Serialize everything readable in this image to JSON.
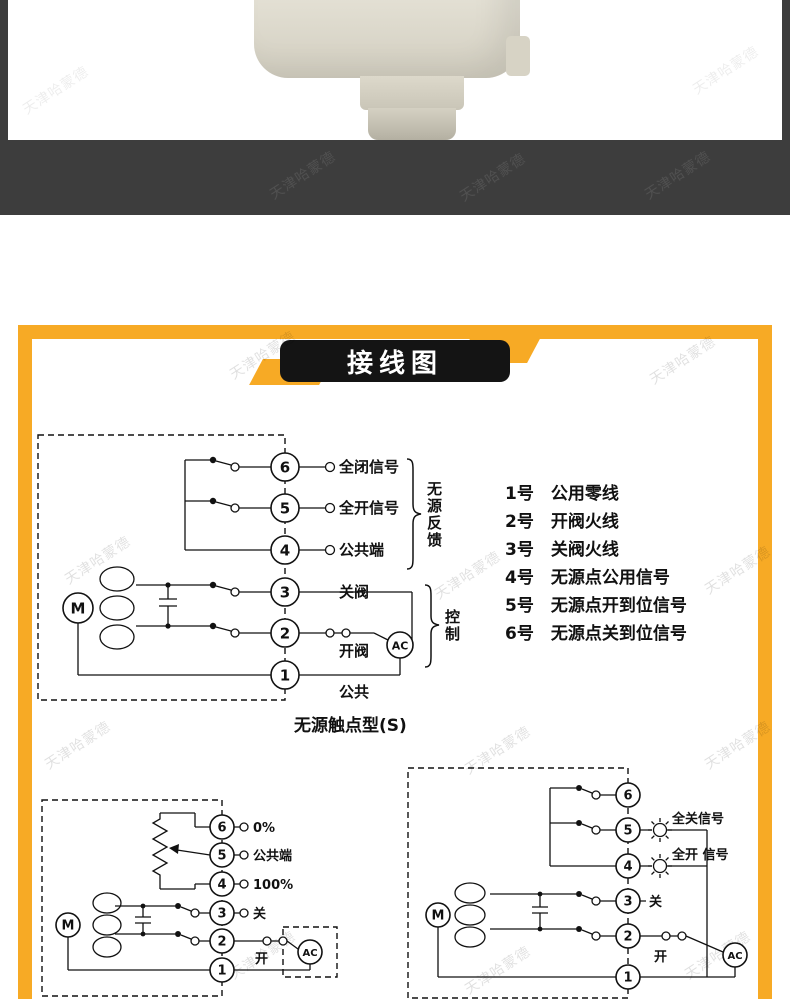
{
  "watermark": "天津哈蒙德",
  "banner": {
    "title": "接线图"
  },
  "main": {
    "motor": "M",
    "ac": "AC",
    "terminals": [
      "6",
      "5",
      "4",
      "3",
      "2",
      "1"
    ],
    "right_labels": [
      "全闭信号",
      "全开信号",
      "公共端",
      "关阀",
      "开阀",
      "公共"
    ],
    "bracket_feedback": "无源反馈",
    "bracket_control": "控制"
  },
  "legend": {
    "items": [
      "1号　公用零线",
      "2号　开阀火线",
      "3号　关阀火线",
      "4号　无源点公用信号",
      "5号　无源点开到位信号",
      "6号　无源点关到位信号"
    ]
  },
  "caption": "无源触点型(S)",
  "left_diagram": {
    "motor": "M",
    "ac": "AC",
    "terminals": [
      "6",
      "5",
      "4",
      "3",
      "2",
      "1"
    ],
    "labels": [
      "0%",
      "公共端",
      "100%",
      "关",
      "开"
    ]
  },
  "right_diagram": {
    "motor": "M",
    "ac": "AC",
    "terminals": [
      "6",
      "5",
      "4",
      "3",
      "2",
      "1"
    ],
    "labels": [
      "全关信号",
      "全开 信号",
      "关",
      "开"
    ]
  }
}
